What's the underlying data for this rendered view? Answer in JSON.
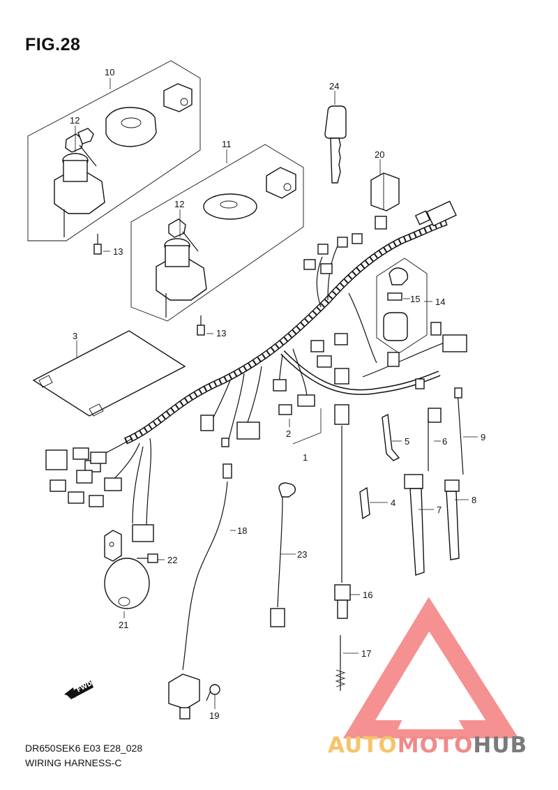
{
  "figure": {
    "title": "FIG.28",
    "model_code": "DR650SEK6 E03 E28_028",
    "subtitle": "WIRING HARNESS-C"
  },
  "callouts": {
    "p1": "1",
    "p2": "2",
    "p3": "3",
    "p4": "4",
    "p5": "5",
    "p6": "6",
    "p7": "7",
    "p8": "8",
    "p9": "9",
    "p10": "10",
    "p11": "11",
    "p12a": "12",
    "p12b": "12",
    "p13a": "13",
    "p13b": "13",
    "p14": "14",
    "p15": "15",
    "p16": "16",
    "p17": "17",
    "p18": "18",
    "p19": "19",
    "p20": "20",
    "p21": "21",
    "p22": "22",
    "p23": "23",
    "p24": "24"
  },
  "direction_marker": "FWD",
  "watermark": {
    "part1": "AUTO",
    "part2": "MOTO",
    "part3": "HUB",
    "color_auto": "#f6c46a",
    "color_moto": "#f08a8a",
    "color_hub": "#7a7a7a",
    "triangle_color": "#f26d6d"
  }
}
